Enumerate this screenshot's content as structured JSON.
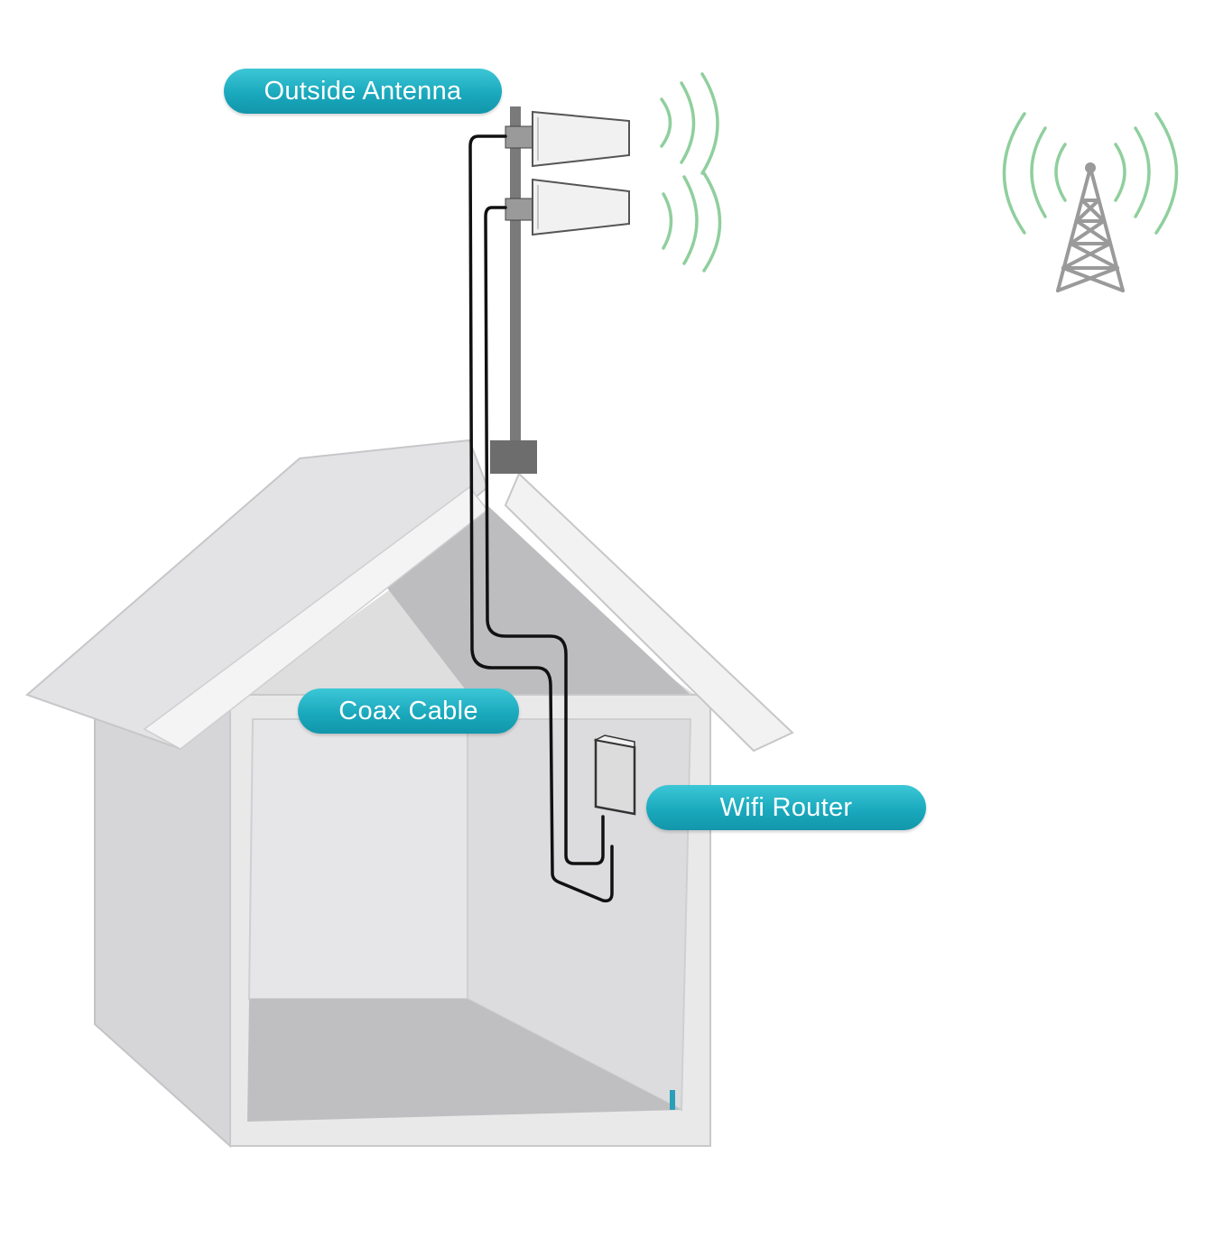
{
  "labels": {
    "outside_antenna": "Outside Antenna",
    "coax_cable": "Coax Cable",
    "wifi_router": "Wifi Router"
  },
  "colors": {
    "label_background": "#1aa9bd",
    "label_text": "#ffffff",
    "signal_waves": "#8fcf9d",
    "house_wall": "#dcdcdc",
    "house_roof": "#e4e4e6",
    "cable": "#111111",
    "mast": "#777777",
    "tower": "#9a9a9a"
  },
  "icons": {
    "antenna": "panel-antenna-icon",
    "tower": "cell-tower-icon",
    "router": "wifi-router-icon"
  }
}
